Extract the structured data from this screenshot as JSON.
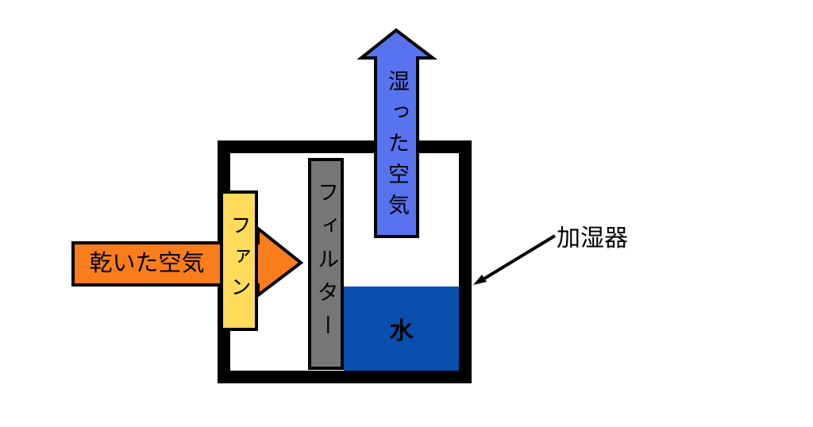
{
  "diagram": {
    "device_label": "加湿器",
    "inlet_arrow": {
      "label": "乾いた空気",
      "color": "#FA7D1C"
    },
    "fan": {
      "label": "ファン",
      "color": "#FFDB5C"
    },
    "filter": {
      "label": "フィルター",
      "color": "#767676"
    },
    "outlet_arrow": {
      "label": "湿った空気",
      "color": "#5873F0"
    },
    "water": {
      "label": "水",
      "color": "#084FAE"
    },
    "outline_color": "#000000",
    "background_color": "#FFFFFF"
  }
}
